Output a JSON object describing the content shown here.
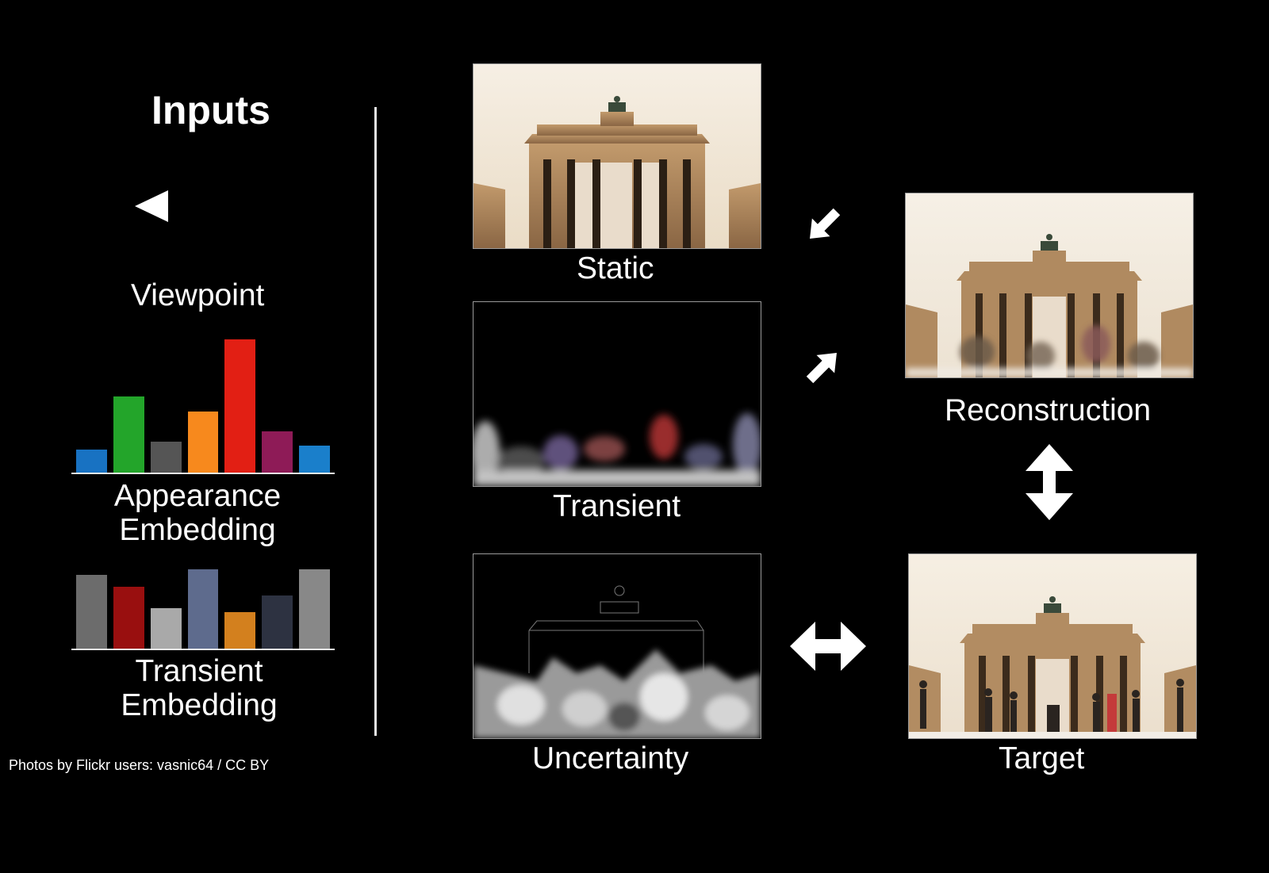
{
  "inputs": {
    "title": "Inputs",
    "viewpoint_label": "Viewpoint",
    "appearance_label_line1": "Appearance",
    "appearance_label_line2": "Embedding",
    "transient_label_line1": "Transient",
    "transient_label_line2": "Embedding"
  },
  "panels": {
    "static_label": "Static",
    "transient_label": "Transient",
    "uncertainty_label": "Uncertainty",
    "reconstruction_label": "Reconstruction",
    "target_label": "Target"
  },
  "credit": "Photos by Flickr users: vasnic64 / CC BY",
  "icons": {
    "viewpoint": "left-triangle-icon",
    "arrow_static": "arrow-down-right-icon",
    "arrow_transient": "arrow-up-right-icon",
    "arrow_vertical": "double-arrow-vertical-icon",
    "arrow_horizontal": "double-arrow-horizontal-icon"
  },
  "chart_data": [
    {
      "type": "bar",
      "values": [
        0.17,
        0.57,
        0.23,
        0.46,
        1.0,
        0.31,
        0.2
      ],
      "colors": [
        "#1872c2",
        "#23a52a",
        "#555555",
        "#f7891d",
        "#e21f14",
        "#8e1b57",
        "#1a7fcb"
      ]
    },
    {
      "type": "bar",
      "values": [
        0.93,
        0.78,
        0.51,
        1.0,
        0.46,
        0.67,
        1.0
      ],
      "colors": [
        "#6c6c6c",
        "#990f0f",
        "#a9a9a9",
        "#5e6b8d",
        "#d3801e",
        "#2d3241",
        "#888888"
      ]
    }
  ]
}
